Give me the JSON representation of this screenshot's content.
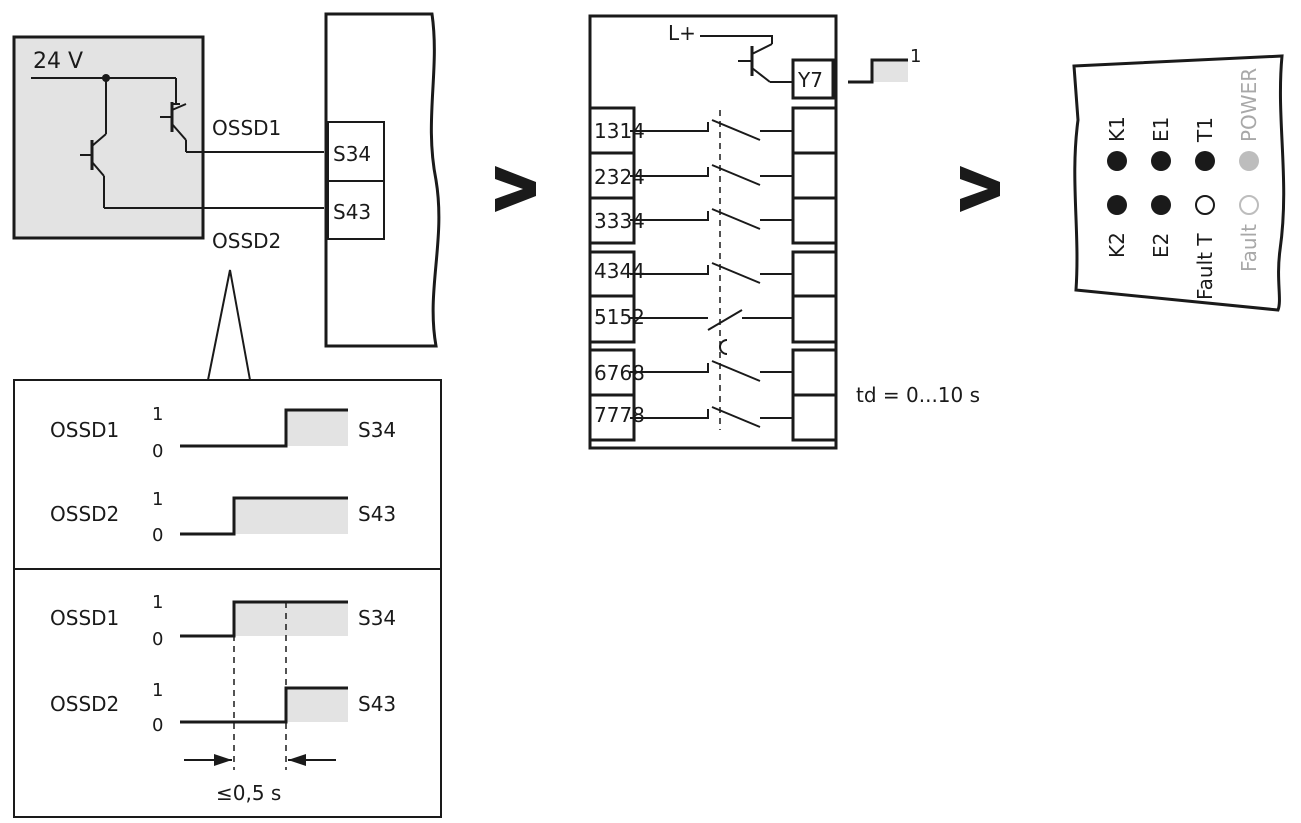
{
  "sensor": {
    "supply": "24 V",
    "out1": "OSSD1",
    "out2": "OSSD2"
  },
  "device_terminals": [
    "S34",
    "S43"
  ],
  "relay": {
    "supply": "L+",
    "coil": "Y7",
    "step_label": "1",
    "contacts": [
      "1314",
      "2324",
      "3334",
      "4344",
      "5152",
      "6768",
      "7778"
    ],
    "delay": "td = 0...10 s"
  },
  "leds": {
    "top": [
      "K1",
      "E1",
      "T1",
      "POWER"
    ],
    "bottom": [
      "K2",
      "E2",
      "Fault T",
      "Fault"
    ],
    "top_state": [
      "on",
      "on",
      "on",
      "dim"
    ],
    "bottom_state": [
      "on",
      "on",
      "off",
      "off-dim"
    ]
  },
  "timing": {
    "high": "1",
    "low": "0",
    "panel1": [
      {
        "signal": "OSSD1",
        "terminal": "S34"
      },
      {
        "signal": "OSSD2",
        "terminal": "S43"
      }
    ],
    "panel2": [
      {
        "signal": "OSSD1",
        "terminal": "S34"
      },
      {
        "signal": "OSSD2",
        "terminal": "S43"
      }
    ],
    "tolerance": "≤0,5 s"
  },
  "colors": {
    "line": "#1a1a1a",
    "shade": "#e3e3e3",
    "dim": "#a8a8a8"
  }
}
